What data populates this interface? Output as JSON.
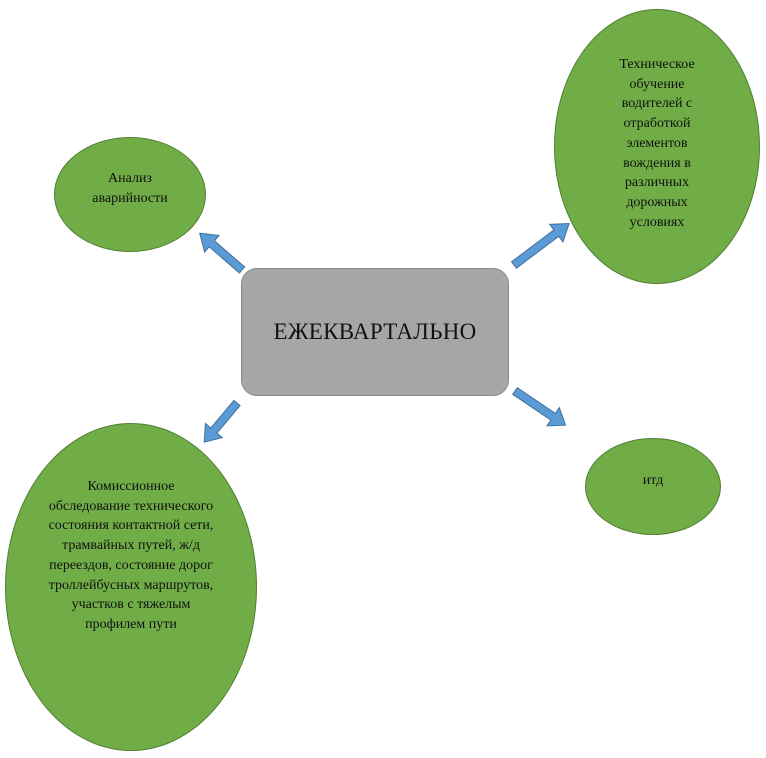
{
  "diagram": {
    "center": {
      "label": "ЕЖЕКВАРТАЛЬНО"
    },
    "nodes": [
      {
        "id": "analysis",
        "text": "Анализ аварийности"
      },
      {
        "id": "training",
        "text": "Техническое обучение водителей с отработкой элементов вождения в различных дорожных условиях"
      },
      {
        "id": "inspection",
        "text": "Комиссионное обследование технического состояния контактной сети, трамвайных путей, ж/д переездов, состояние дорог троллейбусных маршрутов, участков с тяжелым профилем пути"
      },
      {
        "id": "etc",
        "text": "итд"
      }
    ],
    "colors": {
      "center_fill": "#a6a6a6",
      "node_fill": "#70ad47",
      "node_border": "#507e32",
      "arrow_fill": "#5b9bd5",
      "arrow_border": "#41719c"
    }
  }
}
